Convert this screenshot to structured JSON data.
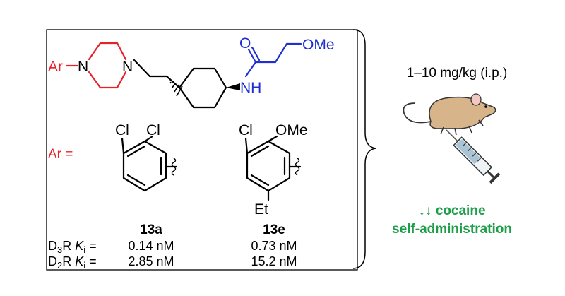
{
  "colors": {
    "piperazine": "#e8202a",
    "amide": "#1f2fd0",
    "effect": "#1e9e48",
    "mouse_body": "#d8b48a",
    "mouse_ear": "#f2c8c0"
  },
  "scaffold": {
    "ar_label": "Ar",
    "n1": "N",
    "n2": "N",
    "o_label": "O",
    "nh_label": "NH",
    "ome_label": "OMe"
  },
  "ar_definition": "Ar =",
  "compounds": [
    {
      "id": "13a",
      "substituents": [
        "Cl",
        "Cl"
      ],
      "d3r_ki": "0.14 nM",
      "d2r_ki": "2.85 nM"
    },
    {
      "id": "13e",
      "substituents": [
        "Cl",
        "OMe",
        "Et"
      ],
      "d3r_ki": "0.73 nM",
      "d2r_ki": "15.2 nM"
    }
  ],
  "rows": {
    "d3r": {
      "main": "D",
      "sub": "3",
      "rest": "R ",
      "k": "K",
      "ksub": "i",
      "eq": " ="
    },
    "d2r": {
      "main": "D",
      "sub": "2",
      "rest": "R ",
      "k": "K",
      "ksub": "i",
      "eq": " ="
    }
  },
  "dose": "1–10 mg/kg (i.p.)",
  "effect_arrows": "↓↓",
  "effect_line1": "cocaine",
  "effect_line2": "self-administration"
}
